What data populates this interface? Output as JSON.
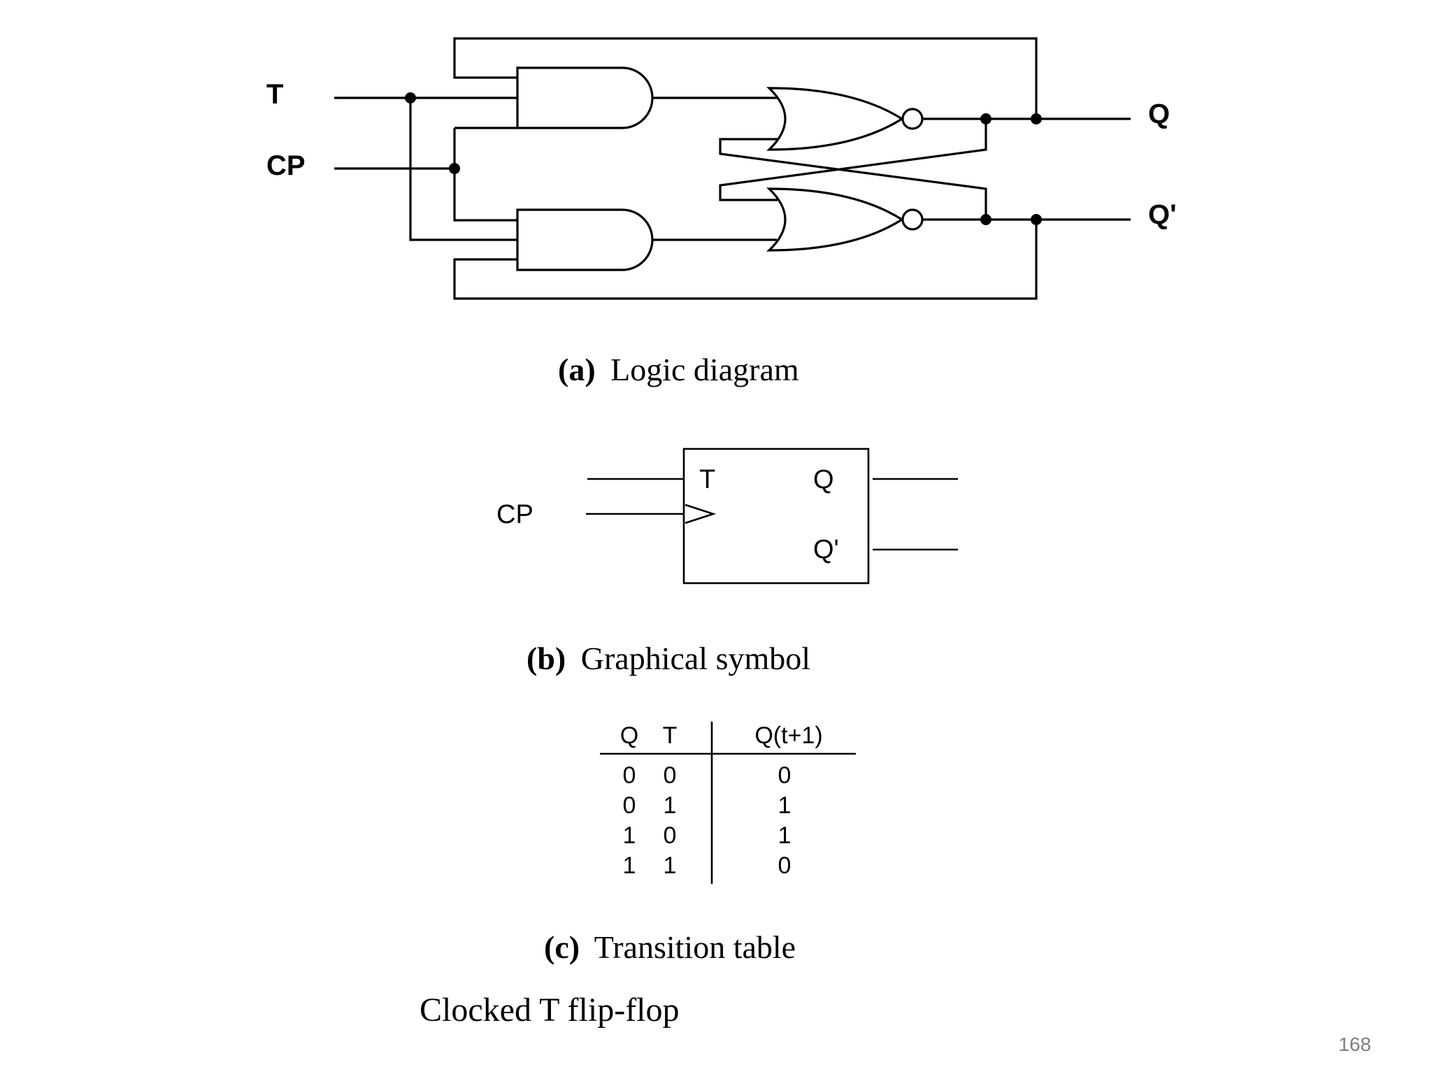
{
  "logic_diagram": {
    "inputs": [
      "T",
      "CP"
    ],
    "outputs": [
      "Q",
      "Q'"
    ],
    "caption_label": "(a)",
    "caption_text": "Logic diagram"
  },
  "symbol": {
    "input_cp": "CP",
    "pin_t": "T",
    "pin_q": "Q",
    "pin_qn": "Q'",
    "caption_label": "(b)",
    "caption_text": "Graphical symbol"
  },
  "transition_table": {
    "headers": [
      "Q",
      "T",
      "Q(t+1)"
    ],
    "rows": [
      [
        "0",
        "0",
        "0"
      ],
      [
        "0",
        "1",
        "1"
      ],
      [
        "1",
        "0",
        "1"
      ],
      [
        "1",
        "1",
        "0"
      ]
    ],
    "caption_label": "(c)",
    "caption_text": "Transition table"
  },
  "footer": {
    "title": "Clocked T flip-flop",
    "page_number": "168"
  }
}
